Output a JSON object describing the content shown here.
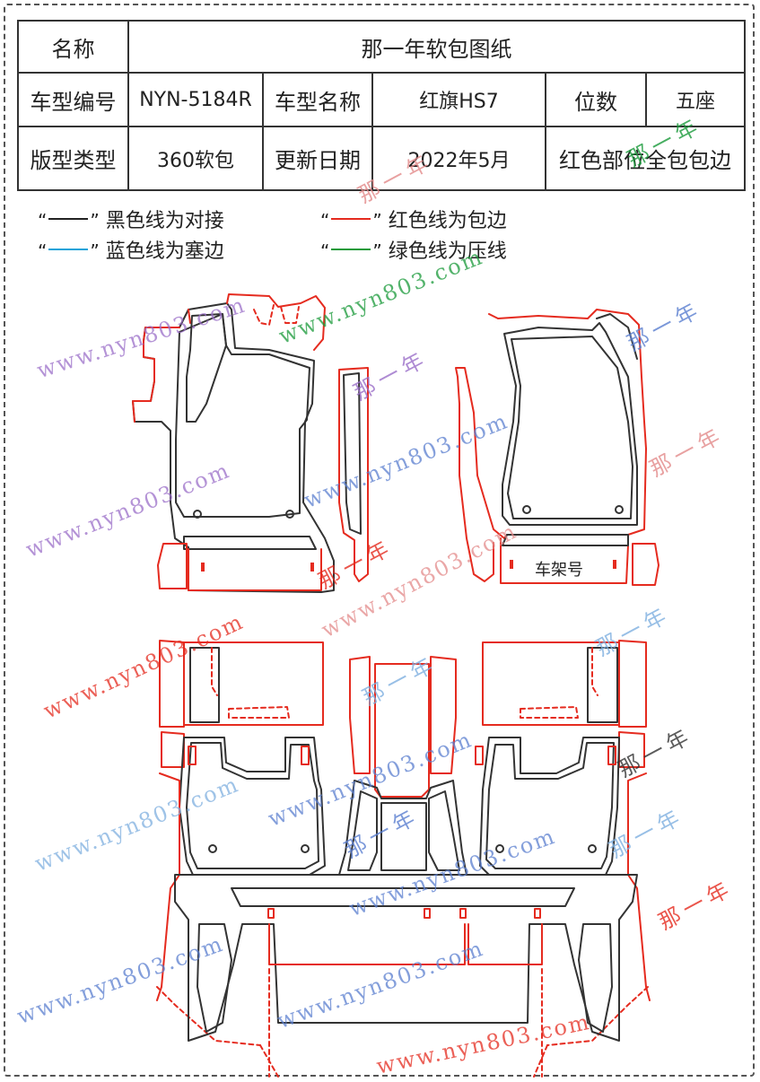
{
  "spec_table": {
    "name_label": "名称",
    "name_value": "那一年软包图纸",
    "model_code_label": "车型编号",
    "model_code_value": "NYN-5184R",
    "model_name_label": "车型名称",
    "model_name_value": "红旗HS7",
    "seats_label": "位数",
    "seats_value": "五座",
    "pattern_type_label": "版型类型",
    "pattern_type_value": "360软包",
    "update_date_label": "更新日期",
    "update_date_value": "2022年5月",
    "note_value": "红色部位全包包边"
  },
  "legend": [
    {
      "quote_open": "“",
      "quote_close": "”",
      "color": "#222222",
      "text": "黑色线为对接"
    },
    {
      "quote_open": "“",
      "quote_close": "”",
      "color": "#e52b1f",
      "text": "红色线为包边"
    },
    {
      "quote_open": "“",
      "quote_close": "”",
      "color": "#1aa3d9",
      "text": "蓝色线为塞边"
    },
    {
      "quote_open": "“",
      "quote_close": "”",
      "color": "#1a9a3a",
      "text": "绿色线为压线"
    }
  ],
  "diagram": {
    "frame_number_label": "车架号",
    "colors": {
      "black": "#333333",
      "red": "#e52b1f"
    }
  },
  "watermarks": {
    "url_text": "www.nyn803.com",
    "brand_text": "那一年"
  }
}
